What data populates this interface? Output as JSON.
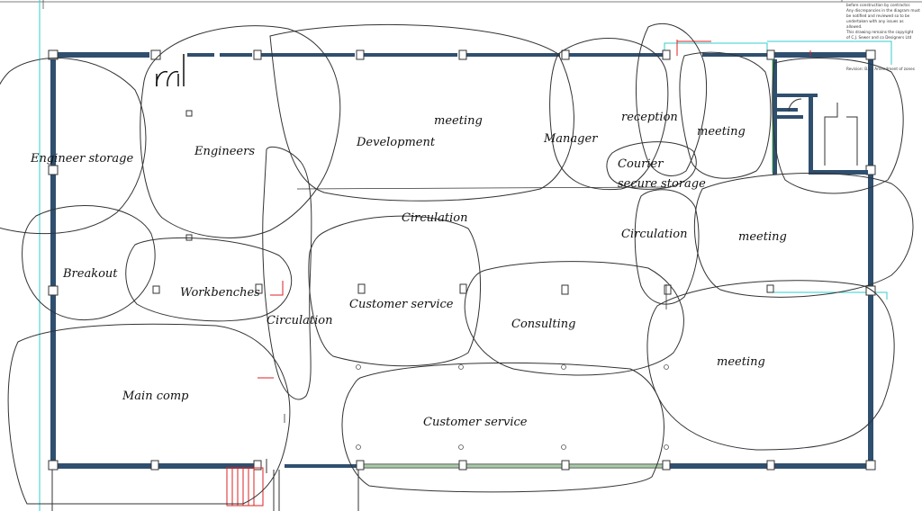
{
  "drawing": {
    "title_block_notes": [
      "before construction by contractor.",
      "Any discrepancies in the diagram must",
      "be notified and reviewed so to be",
      "undertaken with any issues as",
      "allowed.",
      "This drawing remains the copyright",
      "of C.J. Sewer and co Designers Ltd"
    ],
    "revision_note": "Revision: B.1 - Amendment of zones",
    "colors": {
      "wall": "#2f4f6f",
      "sketch": "#333333",
      "red_marker": "#dd2222",
      "cyan_guide": "#33cccc",
      "green_line": "#33aa33"
    }
  },
  "zones": {
    "engineer_storage": "Engineer storage",
    "engineers": "Engineers",
    "development": "Development",
    "meeting_top": "meeting",
    "manager": "Manager",
    "reception": "reception",
    "meeting_right": "meeting",
    "courier": "Courier",
    "courier_storage": "secure storage",
    "circulation_center": "Circulation",
    "circulation_right": "Circulation",
    "meeting_mid_right": "meeting",
    "breakout": "Breakout",
    "workbenches": "Workbenches",
    "customer_service_upper": "Customer service",
    "consulting": "Consulting",
    "circulation_left": "Circulation",
    "meeting_lower_right": "meeting",
    "main_comp": "Main comp",
    "customer_service_lower": "Customer service"
  }
}
